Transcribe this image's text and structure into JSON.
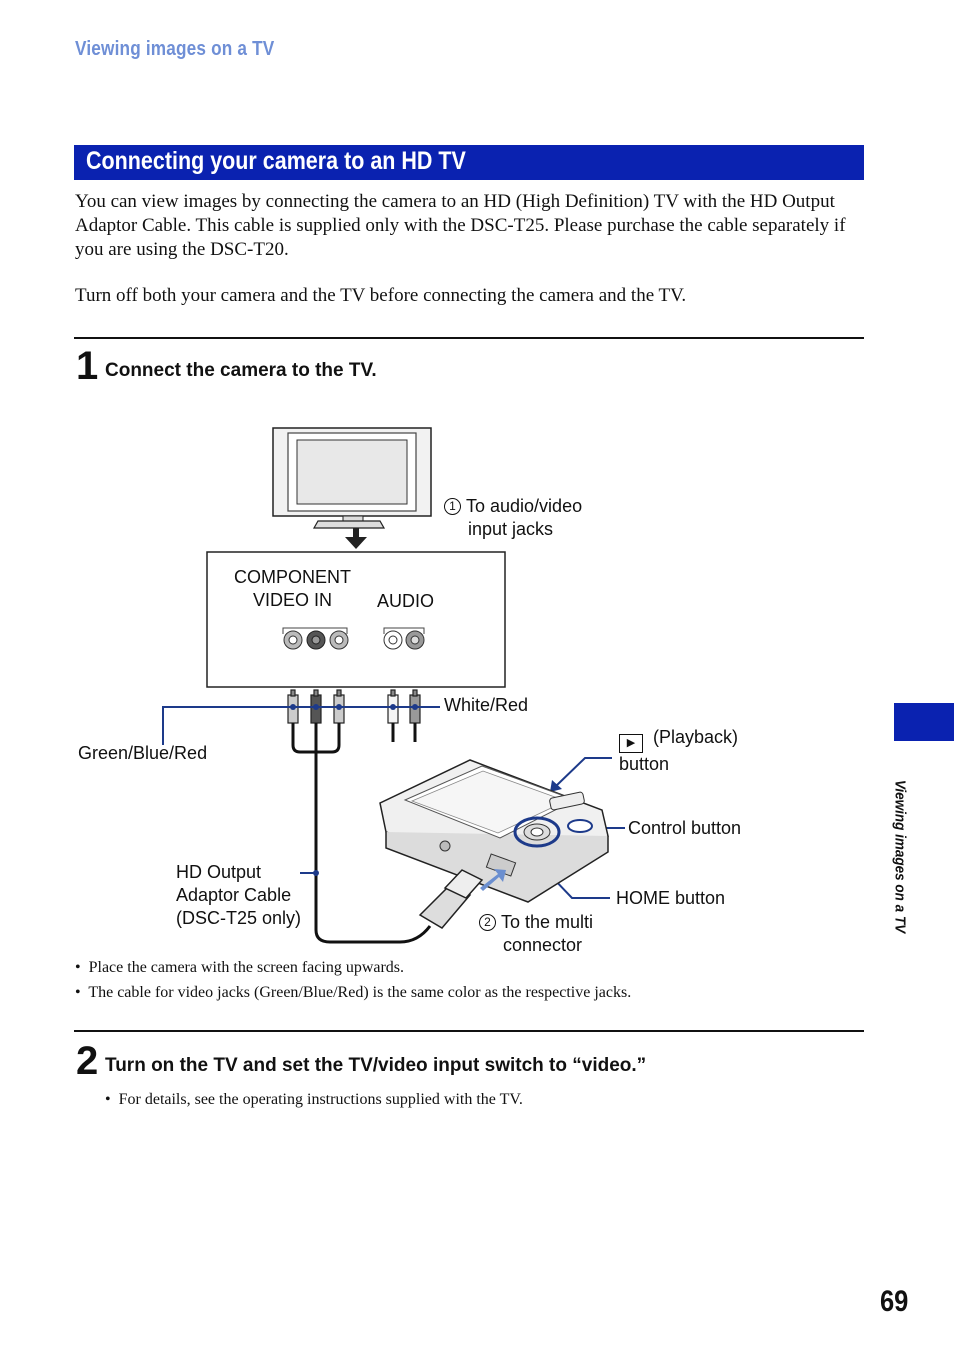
{
  "running_head": "Viewing images on a TV",
  "section_title": "Connecting your camera to an HD TV",
  "intro": [
    "You can view images by connecting the camera to an HD (High Definition) TV with the HD Output Adaptor Cable. This cable is supplied only with the DSC-T25. Please purchase the cable separately if you are using the DSC-T20.",
    "Turn off both your camera and the TV before connecting the camera and the TV."
  ],
  "step1": {
    "number": "1",
    "title": "Connect the camera to the TV.",
    "diagram": {
      "label_1_num": "1",
      "label_1_line1": "To audio/video",
      "label_1_line2": "input jacks",
      "component_line1": "COMPONENT",
      "component_line2": "VIDEO IN",
      "audio": "AUDIO",
      "white_red": "White/Red",
      "green_blue_red": "Green/Blue/Red",
      "playback_line1": "(Playback)",
      "playback_line2": "button",
      "control_button": "Control button",
      "home_button": "HOME button",
      "cable_line1": "HD Output",
      "cable_line2": "Adaptor Cable",
      "cable_line3": "(DSC-T25 only)",
      "label_2_num": "2",
      "label_2_line1": "To the multi",
      "label_2_line2": "connector"
    },
    "bullets": [
      "Place the camera with the screen facing upwards.",
      "The cable for video jacks (Green/Blue/Red) is the same color as the respective jacks."
    ]
  },
  "step2": {
    "number": "2",
    "title": "Turn on the TV and set the TV/video input switch to “video.”",
    "bullets": [
      "For details, see the operating instructions supplied with the TV."
    ]
  },
  "side_tab_label": "Viewing images on a TV",
  "page_number": "69",
  "colors": {
    "accent": "#0a22b0",
    "running_head": "#6f8fd6",
    "callout_line": "#1d3a8a"
  }
}
